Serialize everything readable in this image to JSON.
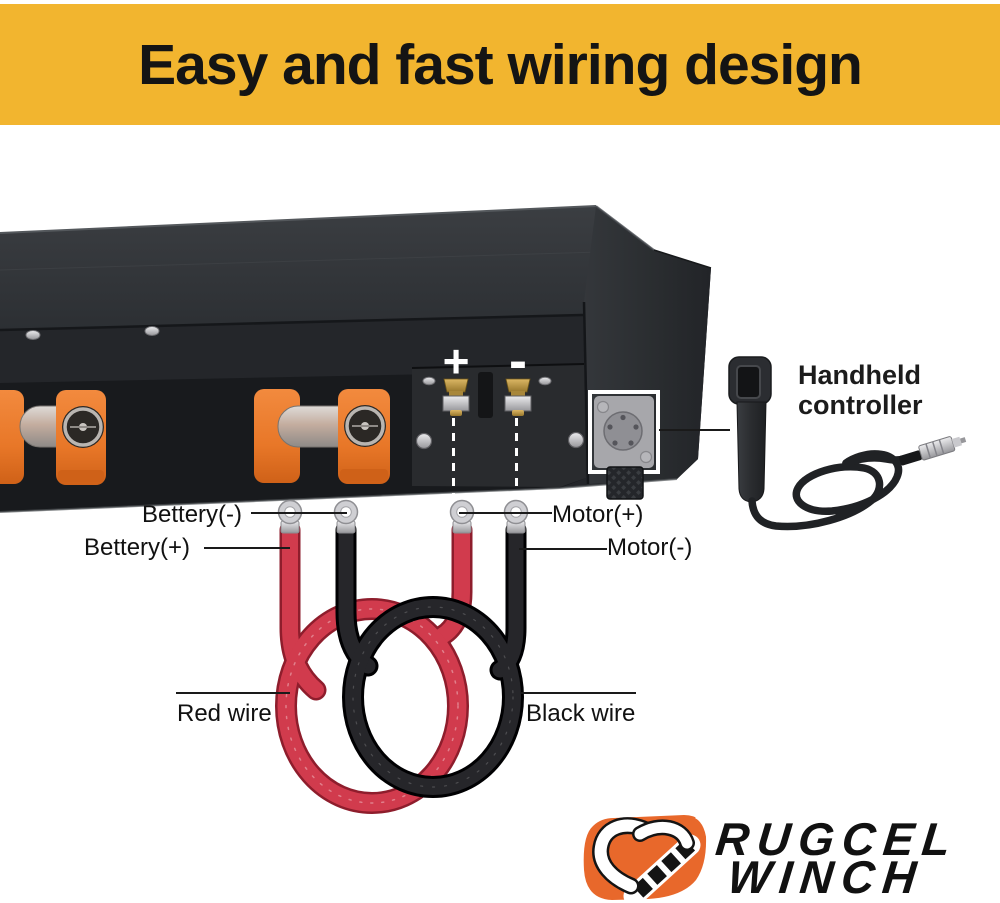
{
  "banner": {
    "text": "Easy and fast wiring design",
    "background": "#F2B52F",
    "text_color": "#141414"
  },
  "winch": {
    "terminal_plus_symbol": "+",
    "terminal_minus_symbol": "-"
  },
  "labels": {
    "battery_negative": "Bettery(-)",
    "battery_positive": "Bettery(+)",
    "motor_positive": "Motor(+)",
    "motor_negative": "Motor(-)",
    "red_wire": "Red wire",
    "black_wire": "Black wire",
    "controller_line1": "Handheld",
    "controller_line2": "controller"
  },
  "logo": {
    "brand_line1": "RUGCEL",
    "brand_line2": "WINCH",
    "emblem_color": "#E8682B",
    "text_color": "#111111"
  },
  "colors": {
    "winch_body": "#26282B",
    "winch_top": "#34373B",
    "fairlead_orange": "#ED7D33",
    "red_wire": "#D13B4D",
    "black_wire": "#222225",
    "banner_yellow": "#F2B52F",
    "socket_plate": "#A7A7AB"
  }
}
